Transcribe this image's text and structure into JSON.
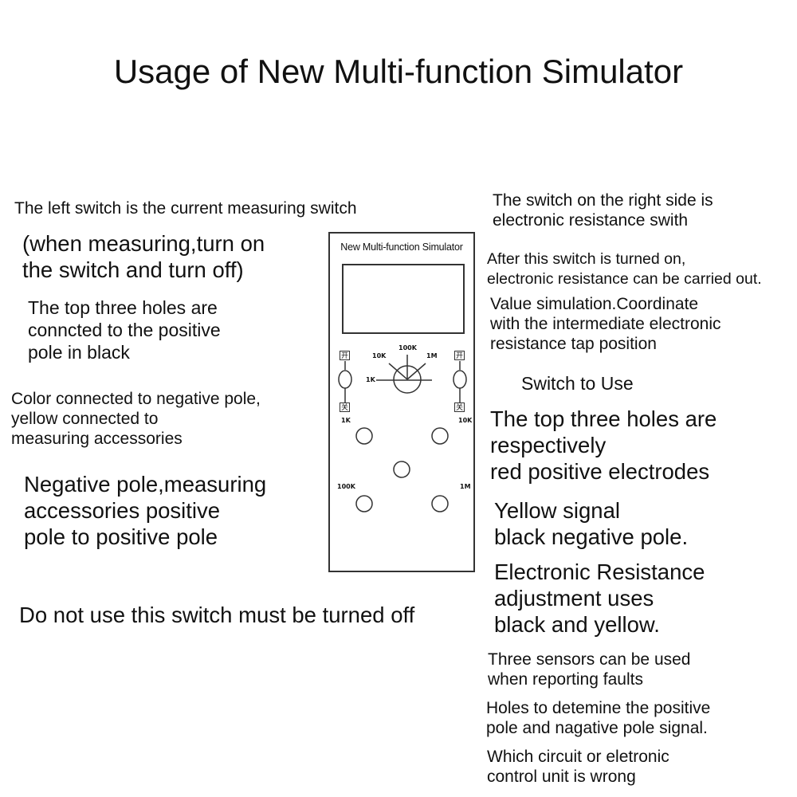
{
  "title": "Usage of New Multi-function Simulator",
  "left": {
    "p1": "The left switch is the current measuring switch",
    "p2": "(when measuring,turn on\nthe switch and turn off)",
    "p3": "The top three holes are\nconncted to the positive\npole in black",
    "p4": "Color connected to negative pole,\nyellow connected to\nmeasuring accessories",
    "p5": "Negative pole,measuring\naccessories positive\npole to positive pole",
    "p6": "Do not use this switch must be turned off"
  },
  "right": {
    "p1": "The switch on the right side is\nelectronic resistance swith",
    "p2": "After this switch is turned on,\nelectronic resistance can be carried out.",
    "p3": "Value simulation.Coordinate\nwith the intermediate electronic\nresistance tap position",
    "p4": "Switch to Use",
    "p5": "The top three holes are\nrespectively\nred positive electrodes",
    "p6": "Yellow signal\nblack negative pole.",
    "p7": "Electronic Resistance\nadjustment uses\nblack and yellow.",
    "p8": "Three sensors can be used\nwhen reporting faults",
    "p9": "Holes to detemine the positive\npole and nagative pole signal.",
    "p10": "Which circuit or eletronic\ncontrol unit is wrong"
  },
  "device": {
    "name": "New Multi-function Simulator",
    "switch_on_glyph": "开",
    "switch_off_glyph": "关",
    "knob_labels": {
      "top": "100K",
      "top_left": "10K",
      "top_right": "1M",
      "left": "1K"
    },
    "side_labels": {
      "left": "1K",
      "right": "10K",
      "bottom_left": "100K",
      "bottom_right": "1M"
    }
  }
}
